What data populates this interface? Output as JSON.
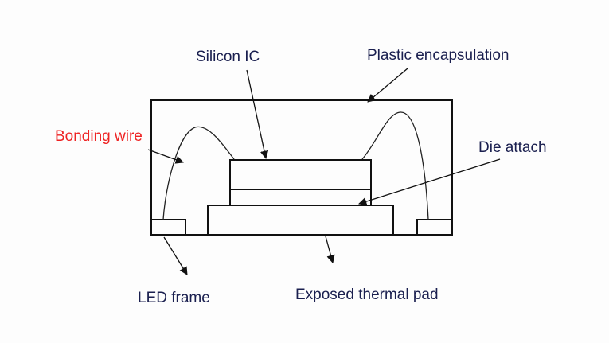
{
  "labels": {
    "silicon_ic": "Silicon IC",
    "plastic_encapsulation": "Plastic encapsulation",
    "bonding_wire": "Bonding wire",
    "die_attach": "Die attach",
    "led_frame": "LED frame",
    "exposed_thermal_pad": "Exposed thermal pad"
  },
  "colors": {
    "label_default": "#1a1f4f",
    "label_highlight": "#ee2222",
    "stroke": "#111111",
    "background": "#fdfdfd"
  }
}
